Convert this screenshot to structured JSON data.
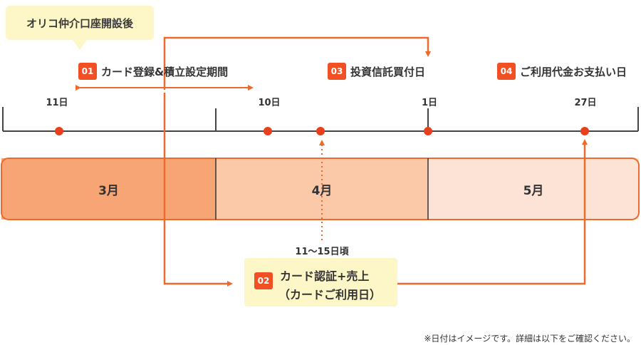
{
  "callout": {
    "text": "オリコ仲介口座開設後"
  },
  "steps": [
    {
      "badge": "01",
      "label": "カード登録&積立設定期間"
    },
    {
      "badge": "02",
      "label_line1": "カード認証+売上",
      "label_line2": "（カードご利用日）"
    },
    {
      "badge": "03",
      "label": "投資信託買付日"
    },
    {
      "badge": "04",
      "label": "ご利用代金お支払い日"
    }
  ],
  "timeline": {
    "dates": [
      "11日",
      "10日",
      "1日",
      "27日"
    ],
    "approx_date": "11〜15日頃",
    "months": [
      "3月",
      "4月",
      "5月"
    ]
  },
  "note": "※日付はイメージです。詳細は以下をご確認ください。",
  "colors": {
    "accent": "#f05023",
    "arrow": "#ec6a2c",
    "callout_bg": "#fdf7c8",
    "month_dark": "#f7a574",
    "month_mid": "#fbc8a8",
    "month_light": "#fde3d5",
    "timeline": "#444444"
  }
}
